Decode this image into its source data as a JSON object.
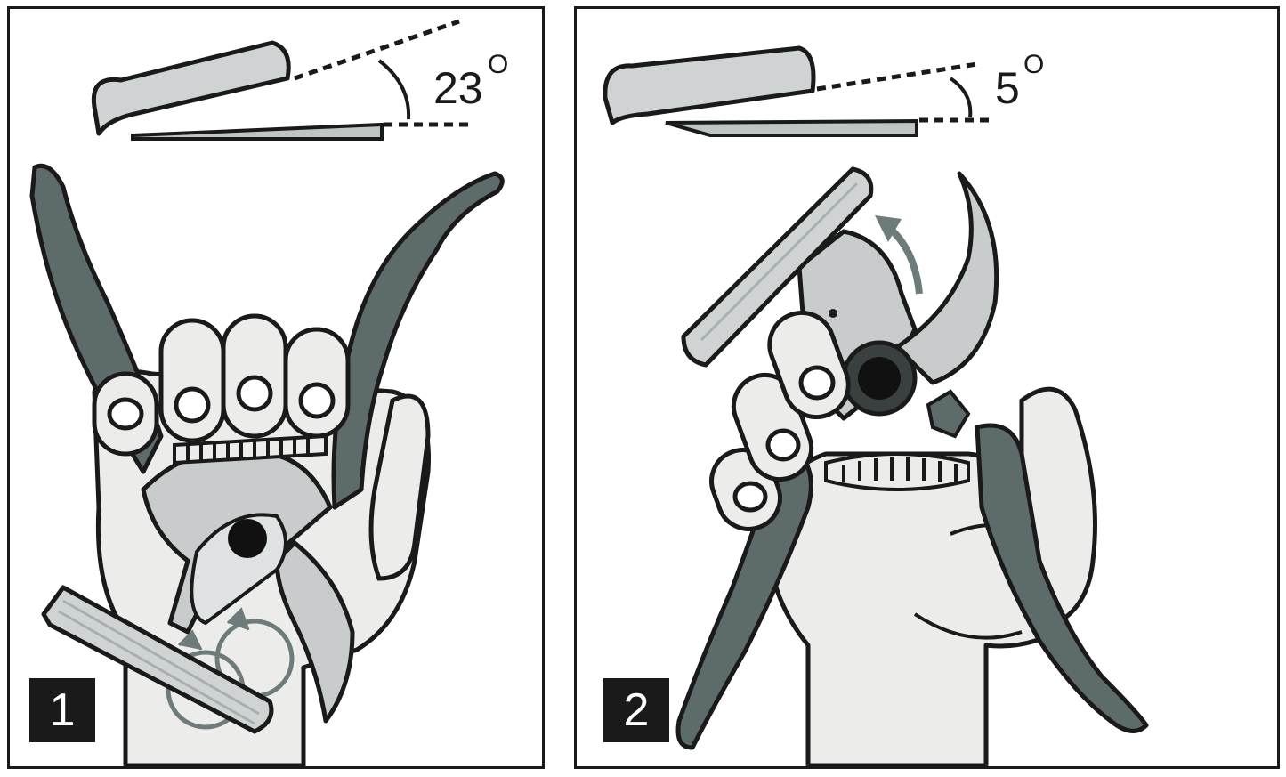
{
  "steps": [
    {
      "number": "1",
      "angle_value": "23",
      "angle_unit": "O",
      "stone_motion": "circular-arrows",
      "colors": {
        "handle": "#5e6b6b",
        "blade": "#c8cccc",
        "skin": "#ececea",
        "outline": "#1a1a1a",
        "arrow": "#6e7b7b"
      }
    },
    {
      "number": "2",
      "angle_value": "5",
      "angle_unit": "O",
      "stone_motion": "arc-arrow-up",
      "colors": {
        "handle": "#5e6b6b",
        "blade": "#c8cccc",
        "skin": "#ececea",
        "outline": "#1a1a1a",
        "arrow": "#6e7b7b"
      }
    }
  ]
}
